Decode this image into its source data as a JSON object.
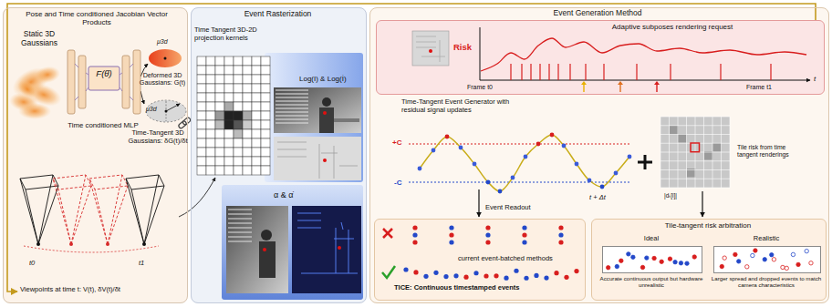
{
  "diagram": {
    "nodes": [
      {
        "text": [
          "Pose and Time conditioned Jacobian Vector Products"
        ]
      },
      {
        "text": [
          "F(θ̇)",
          "Time conditioned MLP"
        ],
        "in": 0
      },
      {
        "text": [
          "Viewpoints at time t: V(t), δV(t)/δt"
        ],
        "in": 0
      },
      {
        "text": [
          "Event Rasterization"
        ]
      },
      {
        "text": [
          "Event Generation Method"
        ]
      },
      {
        "text": [
          "Adaptive subposes rendering request"
        ],
        "in": 4
      },
      {
        "text": [
          "current event-batched methods",
          "TICE: Continuous timestamped events"
        ],
        "in": 4
      },
      {
        "text": [
          "Tile-tangent risk arbitration"
        ],
        "in": 4
      },
      {
        "text": [
          "Ideal",
          "Accurate continuous output but hardware unrealistic"
        ],
        "in": 7
      },
      {
        "text": [
          "Realistic",
          "Larger spread and dropped events to match camera characteristics"
        ],
        "in": 7
      }
    ],
    "edges": [
      {
        "from": 5,
        "to": 2,
        "arrow": "to"
      }
    ],
    "labels": [
      "Static 3D Gaussians",
      "Deformed 3D Gaussians: G(t)",
      "μ3d",
      "μ3d",
      "Time-Tangent 3D Gaussians: δG(t)/δt",
      "t0",
      "t1",
      "Time Tangent 3D-2D projection kernels",
      "Log(I) & Log(İ)",
      "α & α̇",
      "Risk",
      "t",
      "Frame t0",
      "Frame t1",
      "Time-Tangent Event Generator with residual signal updates",
      "+C",
      "-C",
      "t + Δt",
      "|dₜ[i]|",
      "Tile risk from time tangent renderings",
      "Event Readout"
    ]
  }
}
